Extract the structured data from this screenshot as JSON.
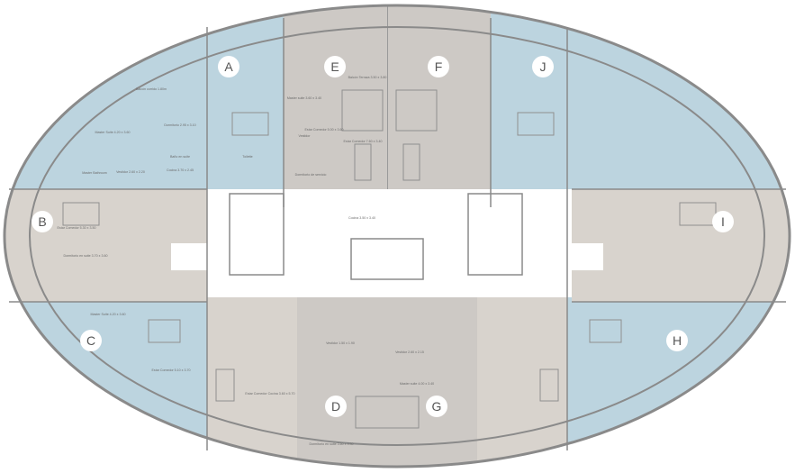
{
  "title": "Typical floor plan",
  "colors": {
    "blue_unit": "#bcd4df",
    "gray_unit": "#d8d3cd",
    "center_unit": "#cdc9c5",
    "core": "#ffffff",
    "wall": "#8a8a8a"
  },
  "units": [
    {
      "id": "A"
    },
    {
      "id": "B"
    },
    {
      "id": "C"
    },
    {
      "id": "D"
    },
    {
      "id": "E"
    },
    {
      "id": "F"
    },
    {
      "id": "G"
    },
    {
      "id": "H"
    },
    {
      "id": "I"
    },
    {
      "id": "J"
    }
  ],
  "room_labels": [
    "Balcón corrido 1.80m",
    "Master Suite 4.20 x 3.60",
    "Dormitorio 2.95 x 3.10",
    "Baño en suite",
    "Master Bathroom",
    "Vestidor 2.60 x 2.20",
    "Estar Comedor 5.30 x 3.50",
    "Cocina 3.70 x 2.45",
    "Toilette",
    "Master suite 3.60 x 3.40",
    "Balcón Terraza 3.50 x 3.80",
    "Vestidor",
    "Dormitorio de servicio",
    "Estar Comedor 7.60 x 3.40",
    "Cocina 3.50 x 3.40",
    "Estar Comedor 5.00 x 3.60",
    "Dormitorio en suite 3.70 x 3.60",
    "Master Suite 4.20 x 3.60",
    "Estar Comedor 5.10 x 3.70",
    "Estar Comedor Cocina 3.60 x 5.70",
    "Vestidor 1.50 x 1.90",
    "Dormitorio en suite 3.60 x 3.30",
    "Vestidor 2.60 x 2.15",
    "Master suite 4.00 x 3.40"
  ]
}
